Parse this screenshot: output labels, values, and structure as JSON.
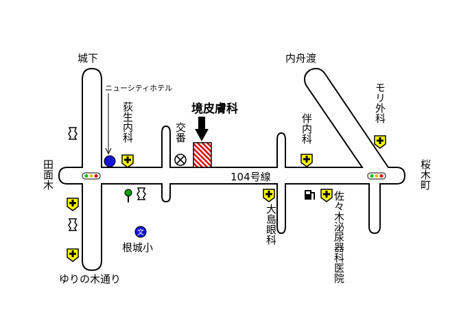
{
  "labels": {
    "shiroshita": "城下",
    "uchifunato": "内舟渡",
    "new_city_hotel": "ニューシティホテル",
    "ogyu_naika": "荻生内科",
    "koban": "交番",
    "clinic": "境皮膚科",
    "hannai_ka": "伴内科",
    "morisotoka": "モリ外科",
    "sakuragicho": "桜木町",
    "tamenki": "田面木",
    "route104": "104号線",
    "oshima_ganka": "大島眼科",
    "sasaki_hinyoki": "佐々木泌尿器科医院",
    "nejo_sho": "根城小",
    "school_mark": "文",
    "yurinoki_dori": "ゆりの木通り"
  },
  "colors": {
    "hotel": "#1515d8",
    "school": "#1515d8",
    "clinic_hatch": "#e00000",
    "clinic_icon": "#ffff00",
    "signal_green": "#00c000",
    "signal_red": "#e00000",
    "tree": "#00a000"
  },
  "icons": {
    "hospital": "hospital-cross-icon",
    "police": "police-box-icon",
    "traffic_light": "traffic-light-icon",
    "gas_station": "gas-station-icon",
    "shrine": "shrine-icon",
    "tree": "tree-icon",
    "school": "school-icon",
    "hotel": "hotel-dot-icon",
    "arrow": "destination-arrow-icon"
  }
}
